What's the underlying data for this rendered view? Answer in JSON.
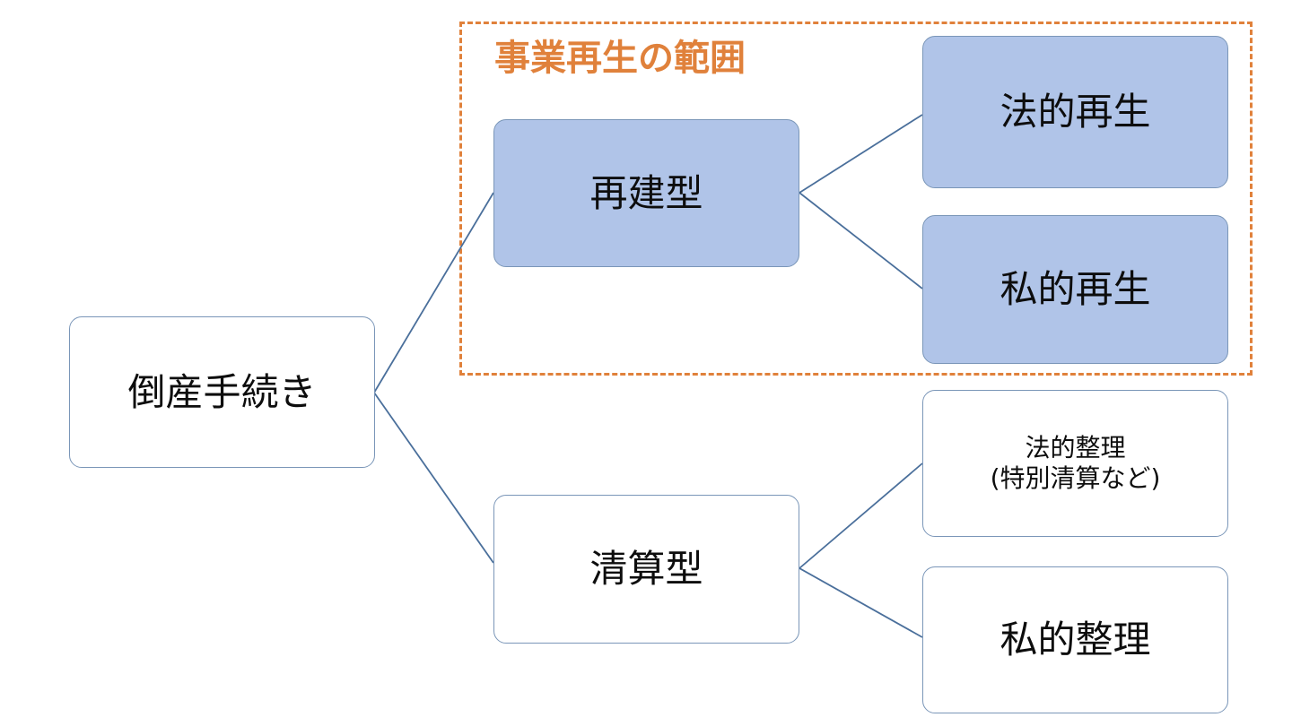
{
  "diagram": {
    "type": "tree",
    "scope": {
      "title": "事業再生の範囲",
      "border_style": "dashed",
      "border_color": "#E0813B",
      "title_color": "#E0813B"
    },
    "colors": {
      "highlight_fill": "#B0C4E8",
      "node_border": "#7A96B8",
      "plain_fill": "#FFFFFF",
      "connector": "#4A6F9B",
      "text": "#0D0D0D"
    },
    "nodes": {
      "root": {
        "label": "倒産手続き",
        "fill": "plain"
      },
      "saiken": {
        "label": "再建型",
        "fill": "highlight"
      },
      "seisan": {
        "label": "清算型",
        "fill": "plain"
      },
      "hoteki_saisei": {
        "label": "法的再生",
        "fill": "highlight"
      },
      "shiteki_saisei": {
        "label": "私的再生",
        "fill": "highlight"
      },
      "hoteki_seiri": {
        "label": "法的整理\n(特別清算など)",
        "fill": "plain"
      },
      "shiteki_seiri": {
        "label": "私的整理",
        "fill": "plain"
      }
    },
    "edges": [
      {
        "from": "root",
        "to": "saiken"
      },
      {
        "from": "root",
        "to": "seisan"
      },
      {
        "from": "saiken",
        "to": "hoteki_saisei"
      },
      {
        "from": "saiken",
        "to": "shiteki_saisei"
      },
      {
        "from": "seisan",
        "to": "hoteki_seiri"
      },
      {
        "from": "seisan",
        "to": "shiteki_seiri"
      }
    ]
  }
}
